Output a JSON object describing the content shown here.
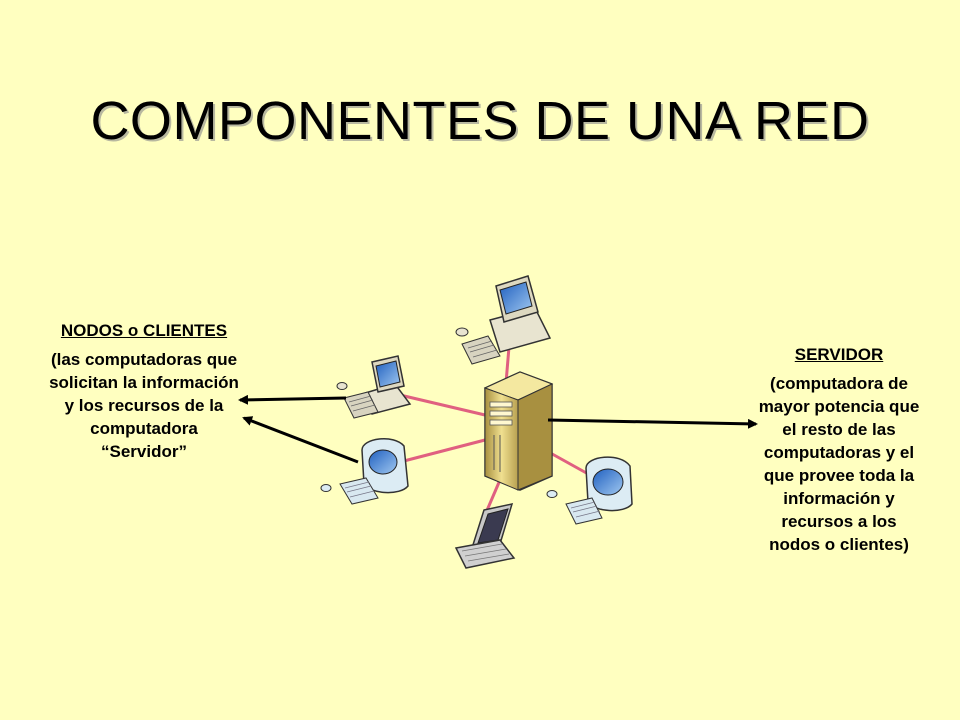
{
  "title": "COMPONENTES DE UNA RED",
  "clients": {
    "heading": "NODOS o CLIENTES",
    "description": "(las computadoras que solicitan la información y los recursos de la computadora “Servidor”"
  },
  "server": {
    "heading": "SERVIDOR",
    "description": "(computadora de mayor potencia que el resto de las computadoras y el que provee toda la información y recursos a los nodos o clientes)"
  },
  "colors": {
    "background": "#ffffc0",
    "link_line": "#e06080",
    "server_body": "#e8d070"
  },
  "icons": [
    "server-tower-icon",
    "desktop-computer-icon",
    "imac-computer-icon",
    "laptop-icon",
    "arrow-icon"
  ]
}
